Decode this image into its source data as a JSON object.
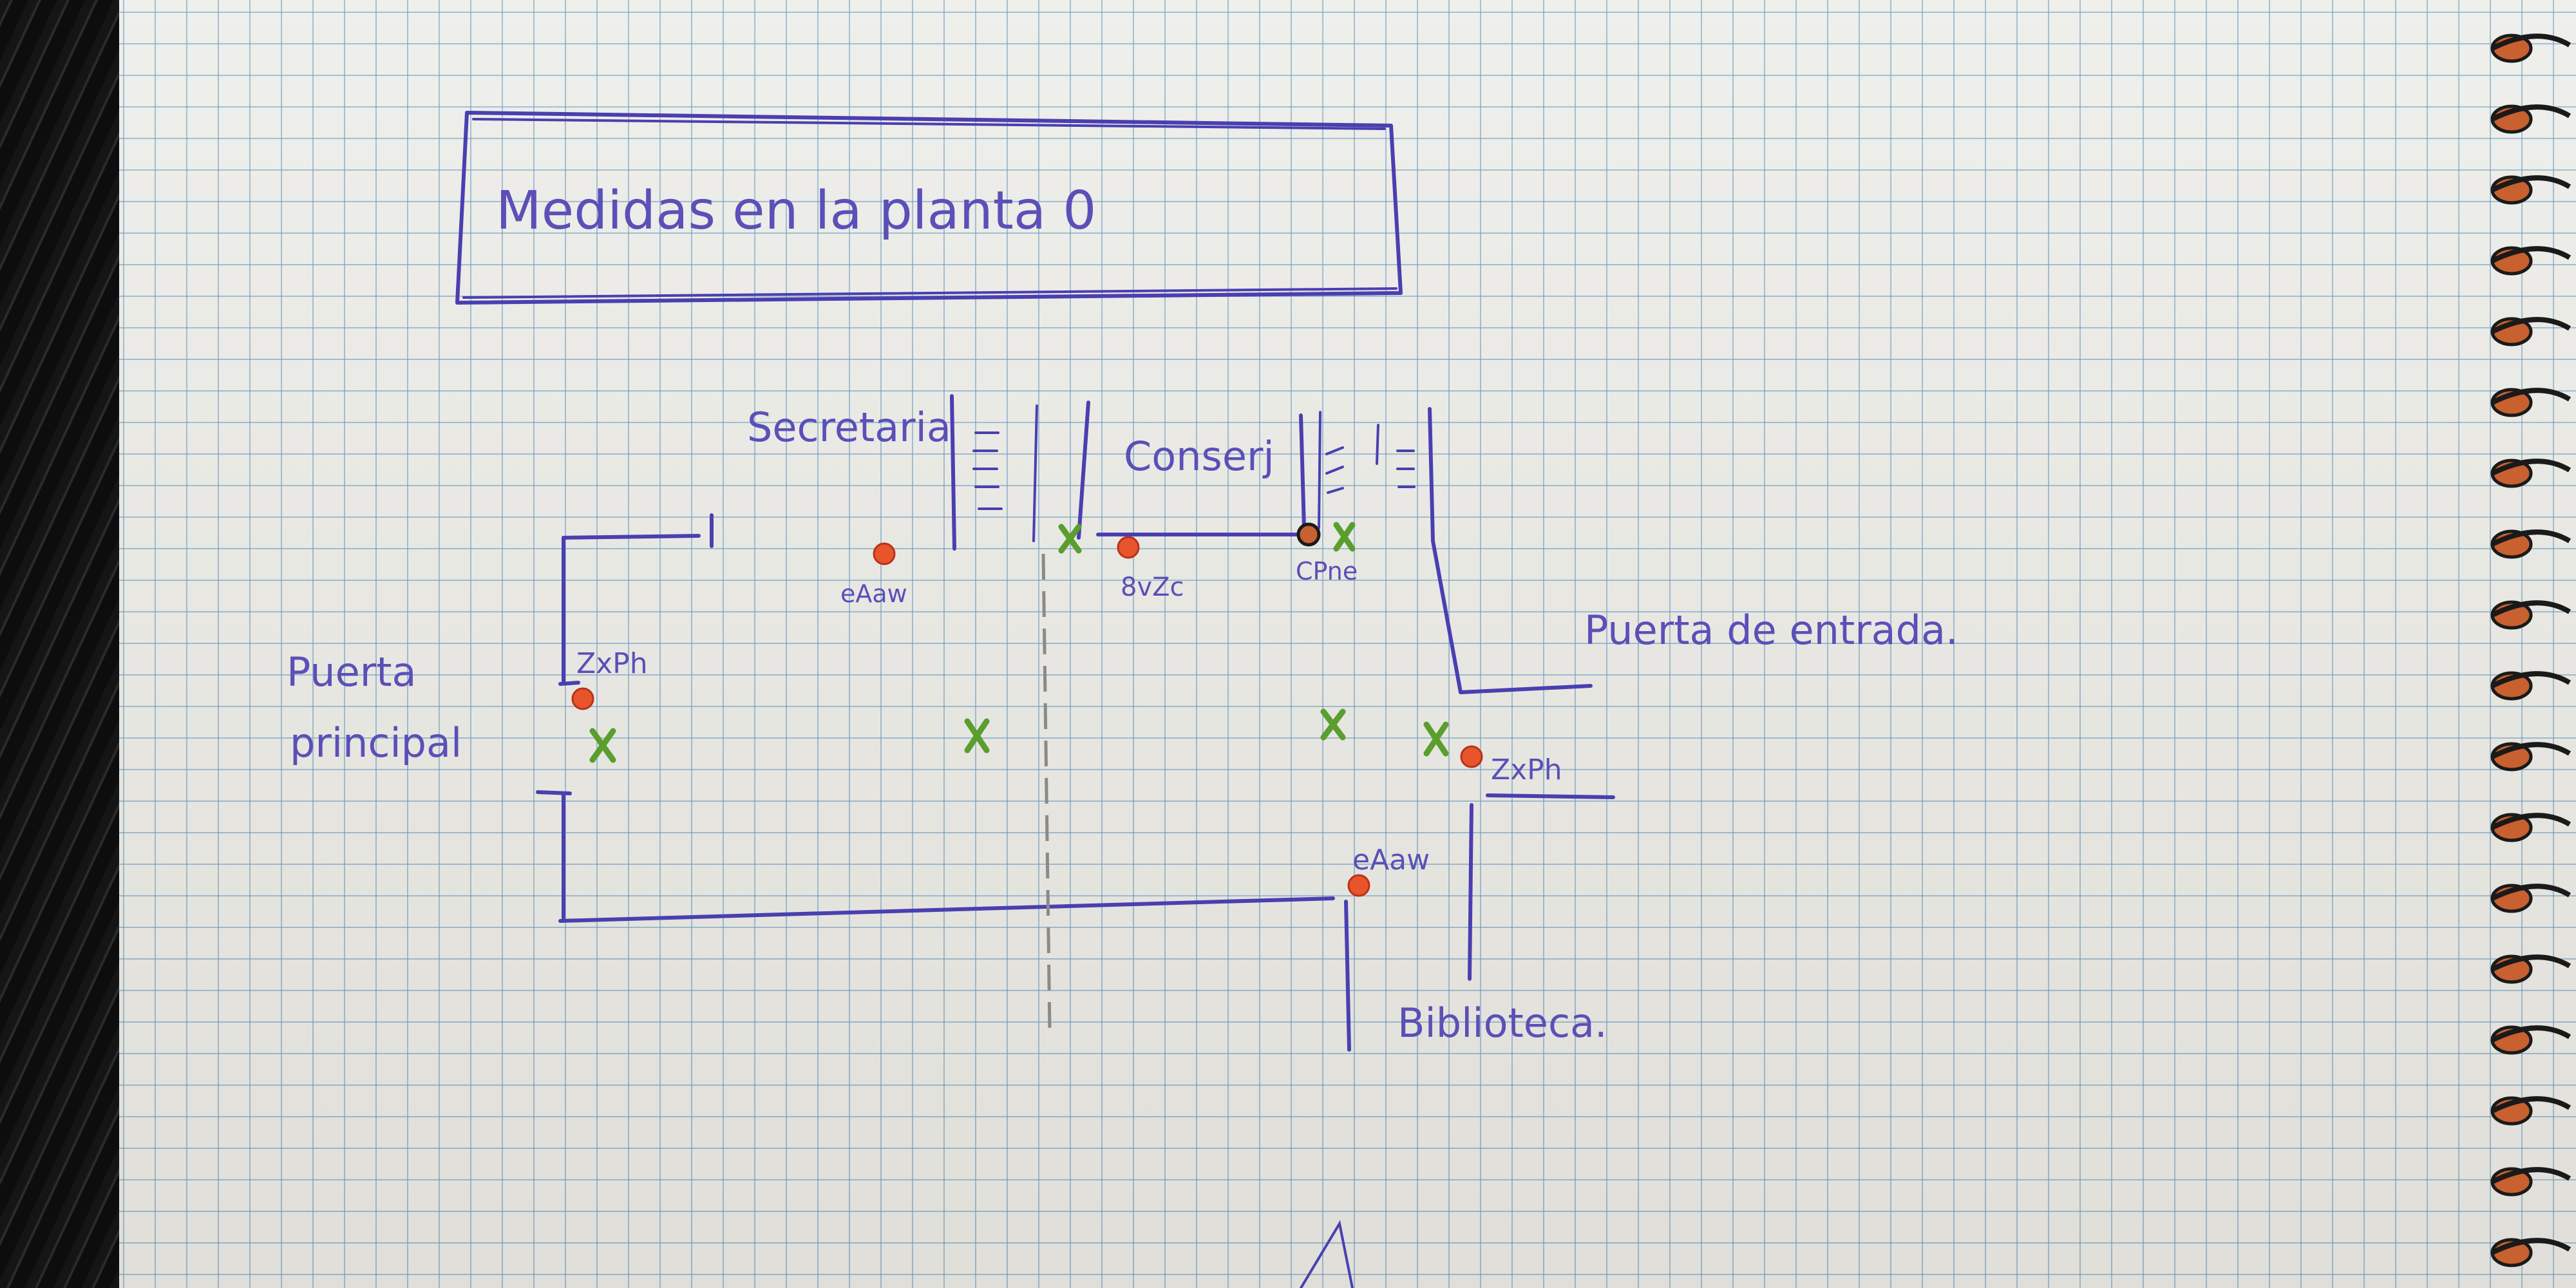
{
  "title": "Medidas en la planta 0",
  "rooms": {
    "secretaria": "Secretaria",
    "conserje": "Conserj",
    "puerta_principal_1": "Puerta",
    "puerta_principal_2": "principal",
    "puerta_entrada": "Puerta de entrada.",
    "biblioteca": "Biblioteca."
  },
  "node_labels": {
    "n1": "eAaw",
    "n2": "8vZc",
    "n3": "CPne",
    "n4": "ZxPh",
    "n5": "ZxPh",
    "n6": "eAaw"
  },
  "colors": {
    "ink": "#4a3fb0",
    "node_marker": "#e8542c",
    "measure_cross": "#5a9e2e",
    "pencil": "#8a8a8a"
  }
}
